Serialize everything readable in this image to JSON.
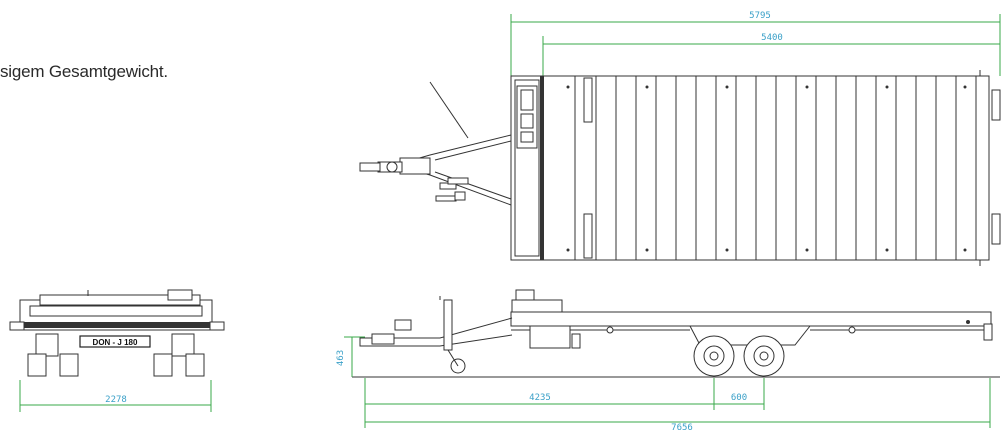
{
  "caption": "sigem Gesamtgewicht.",
  "dimensions": {
    "top_total_length": "5795",
    "top_bed_length": "5400",
    "front_width": "2278",
    "height": "463",
    "drawbar_to_axle": "4235",
    "axle_spacing": "600",
    "overall_length": "7656"
  },
  "plate": "DON - J 180",
  "colors": {
    "dimension_line": "#3aa84a",
    "dimension_text": "#3aa0c8",
    "drawing": "#333333"
  }
}
